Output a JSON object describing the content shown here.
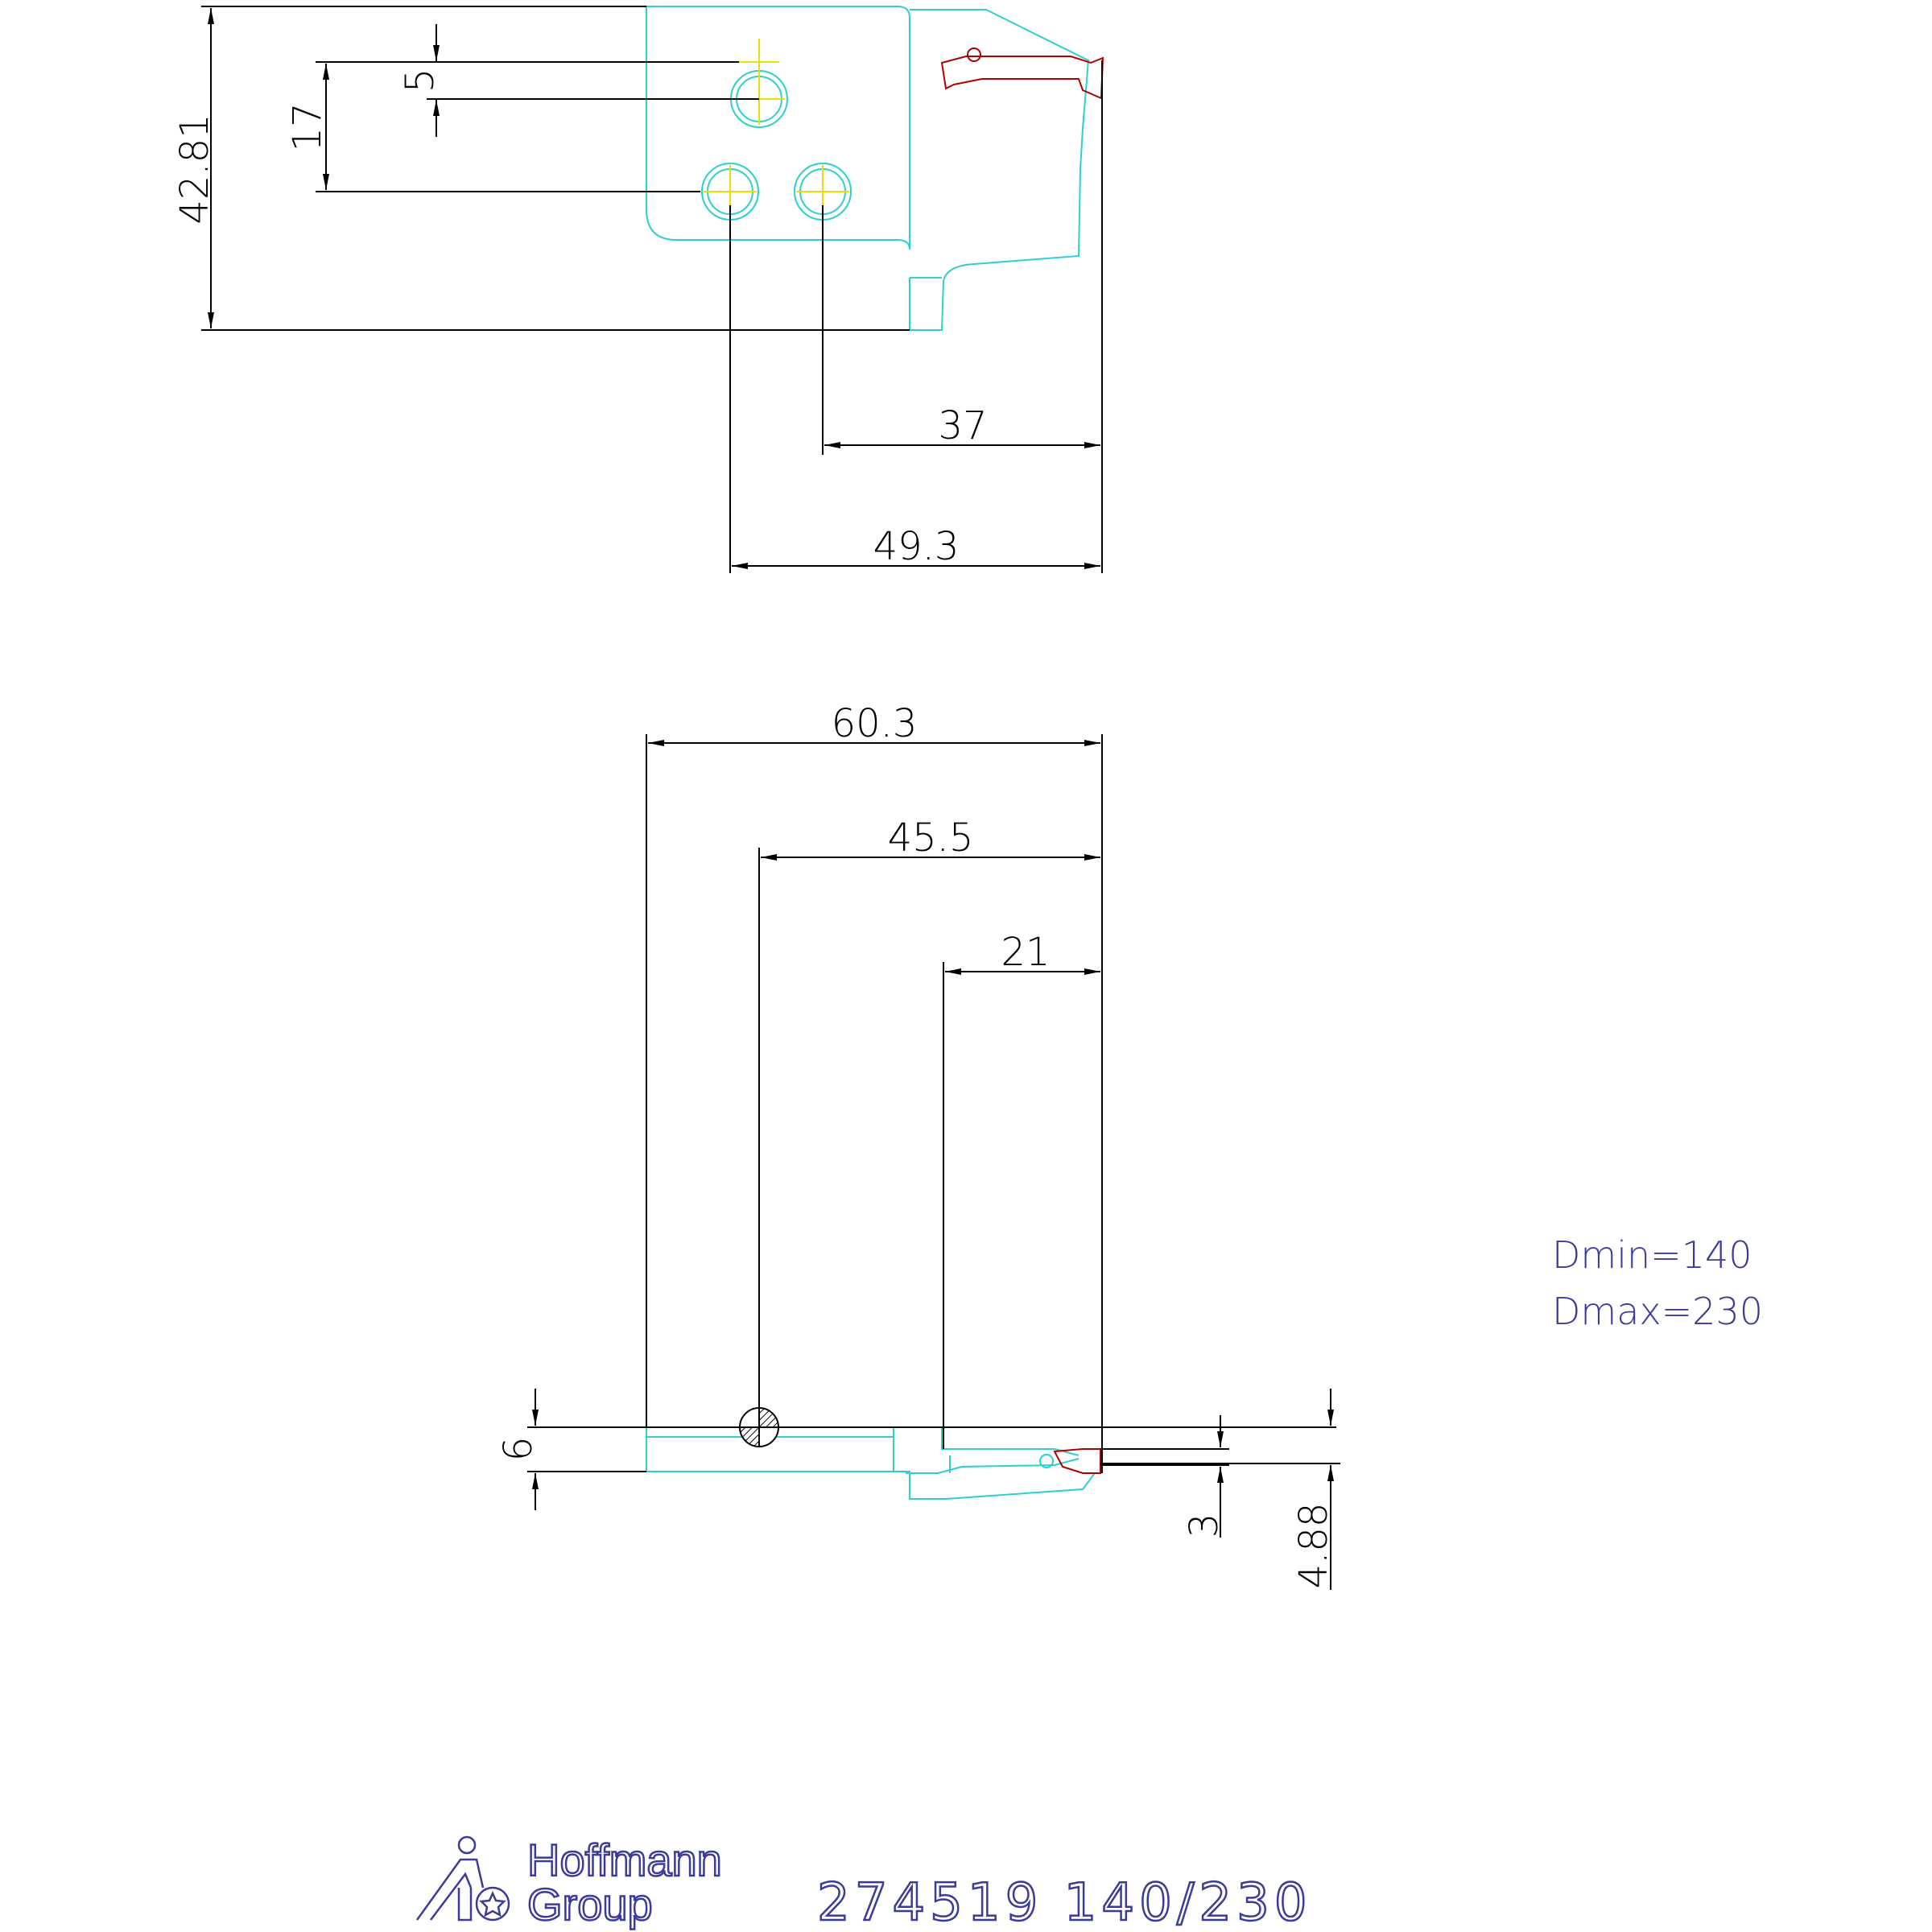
{
  "dimensions": {
    "top_view": {
      "height": "42.81",
      "hole_vertical_offset": "17",
      "hole_offset_small": "5",
      "hole_to_tip_a": "37",
      "hole_to_tip_b": "49.3"
    },
    "side_view": {
      "overall_length": "60.3",
      "length_to_reference": "45.5",
      "head_length": "21",
      "shank_offset": "6",
      "insert_width": "3",
      "tip_offset": "4.88"
    }
  },
  "notes": {
    "dmin": "Dmin=140",
    "dmax": "Dmax=230"
  },
  "title_block": {
    "brand_line1": "Hoffmann",
    "brand_line2": "Group",
    "part_code": "274519 140/230"
  },
  "colors": {
    "dimension": "#000000",
    "part_outline": "#2fcfd0",
    "centerline": "#e8e000",
    "insert": "#b00000",
    "text_blue": "#3b3b9a"
  }
}
